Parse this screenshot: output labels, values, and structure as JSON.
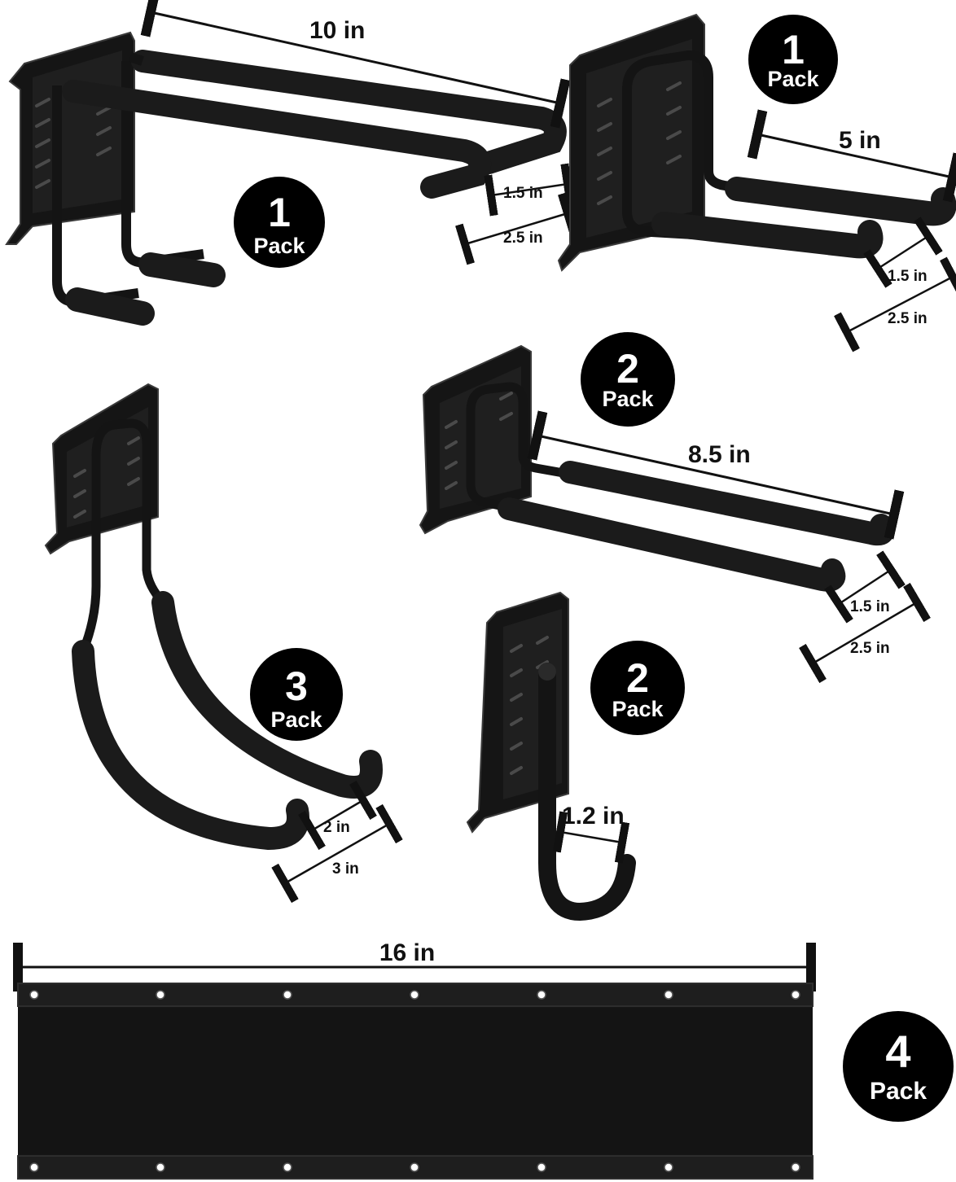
{
  "colors": {
    "metal": "#141414",
    "metal_edge": "#3a3a3a",
    "foam": "#1b1b1b",
    "badge": "#000000",
    "dimension_line": "#111111"
  },
  "hooks": {
    "double_long": {
      "icon": "double-utility-hook-icon",
      "length_label": "10 in",
      "gap_label": "1.5 in",
      "height_label": "2.5 in",
      "badge": {
        "count": "1",
        "unit": "Pack"
      }
    },
    "double_short": {
      "icon": "short-double-hook-icon",
      "length_label": "5 in",
      "gap_label": "1.5 in",
      "height_label": "2.5 in",
      "badge": {
        "count": "1",
        "unit": "Pack"
      }
    },
    "double_medium": {
      "icon": "medium-double-hook-icon",
      "length_label": "8.5 in",
      "gap_label": "1.5 in",
      "height_label": "2.5 in",
      "badge": {
        "count": "2",
        "unit": "Pack"
      }
    },
    "bike_hook": {
      "icon": "curved-bike-hook-icon",
      "inner_label": "2 in",
      "outer_label": "3 in",
      "badge": {
        "count": "3",
        "unit": "Pack"
      }
    },
    "j_hook": {
      "icon": "j-hook-icon",
      "width_label": "1.2 in",
      "badge": {
        "count": "2",
        "unit": "Pack"
      }
    },
    "rail": {
      "icon": "wall-rail-icon",
      "length_label": "16 in",
      "badge": {
        "count": "4",
        "unit": "Pack"
      }
    }
  }
}
